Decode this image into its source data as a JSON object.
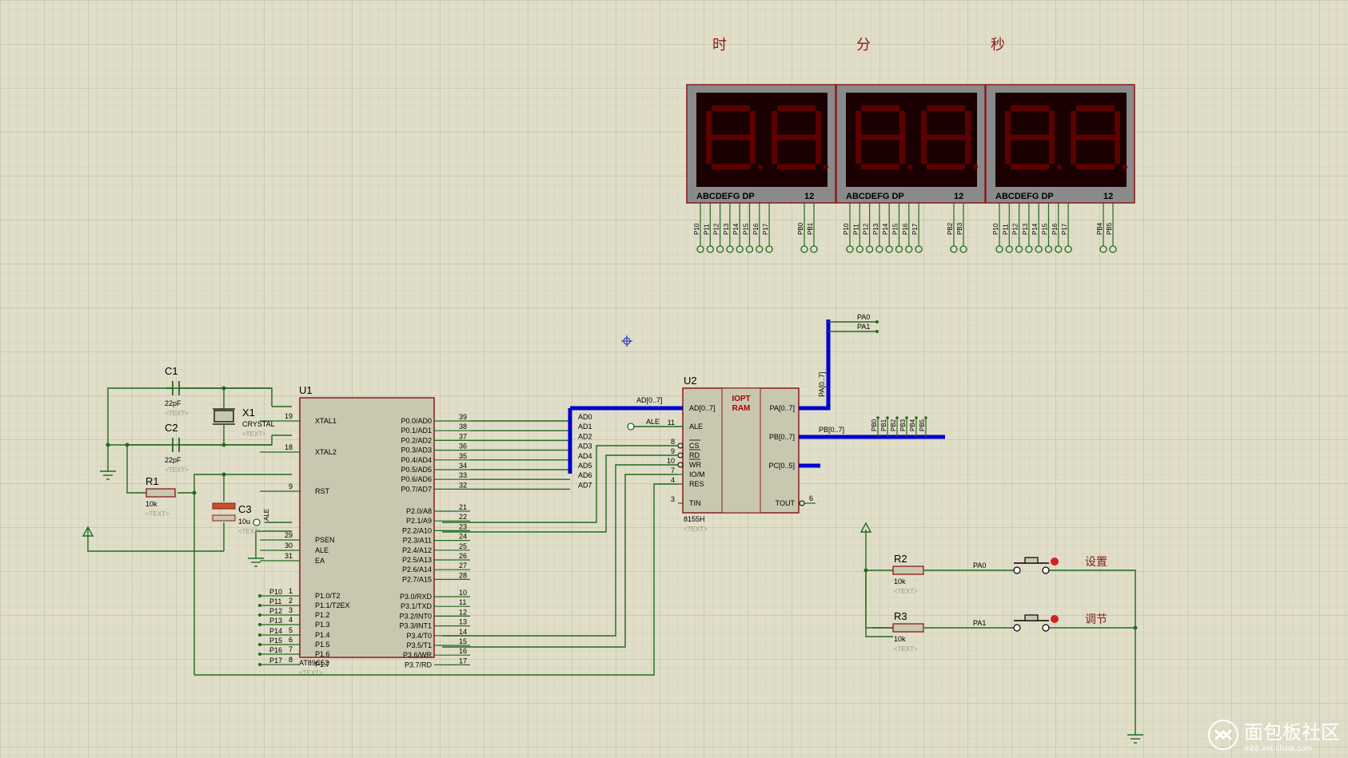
{
  "title_labels": {
    "hour": "时",
    "minute": "分",
    "second": "秒"
  },
  "display_groups": [
    {
      "seg_labels": "ABCDEFG DP",
      "digit_labels": "12",
      "seg_pins": [
        "P10",
        "P11",
        "P12",
        "P13",
        "P14",
        "P15",
        "P16",
        "P17"
      ],
      "digit_pins": [
        "PB0",
        "PB1"
      ]
    },
    {
      "seg_labels": "ABCDEFG DP",
      "digit_labels": "12",
      "seg_pins": [
        "P10",
        "P11",
        "P12",
        "P13",
        "P14",
        "P15",
        "P16",
        "P17"
      ],
      "digit_pins": [
        "PB2",
        "PB3"
      ]
    },
    {
      "seg_labels": "ABCDEFG DP",
      "digit_labels": "12",
      "seg_pins": [
        "P10",
        "P11",
        "P12",
        "P13",
        "P14",
        "P15",
        "P16",
        "P17"
      ],
      "digit_pins": [
        "PB4",
        "PB5"
      ]
    }
  ],
  "u1": {
    "ref": "U1",
    "part": "AT89C52",
    "text": "<TEXT>",
    "left_pins": [
      {
        "num": "19",
        "name": "XTAL1"
      },
      {
        "num": "18",
        "name": "XTAL2"
      },
      {
        "num": "9",
        "name": "RST"
      },
      {
        "num": "29",
        "name": "PSEN"
      },
      {
        "num": "30",
        "name": "ALE"
      },
      {
        "num": "31",
        "name": "EA"
      },
      {
        "num": "1",
        "name": "P1.0/T2",
        "net": "P10"
      },
      {
        "num": "2",
        "name": "P1.1/T2EX",
        "net": "P11"
      },
      {
        "num": "3",
        "name": "P1.2",
        "net": "P12"
      },
      {
        "num": "4",
        "name": "P1.3",
        "net": "P13"
      },
      {
        "num": "5",
        "name": "P1.4",
        "net": "P14"
      },
      {
        "num": "6",
        "name": "P1.5",
        "net": "P15"
      },
      {
        "num": "7",
        "name": "P1.6",
        "net": "P16"
      },
      {
        "num": "8",
        "name": "P1.7",
        "net": "P17"
      }
    ],
    "right_pins": [
      {
        "num": "39",
        "name": "P0.0/AD0"
      },
      {
        "num": "38",
        "name": "P0.1/AD1"
      },
      {
        "num": "37",
        "name": "P0.2/AD2"
      },
      {
        "num": "36",
        "name": "P0.3/AD3"
      },
      {
        "num": "35",
        "name": "P0.4/AD4"
      },
      {
        "num": "34",
        "name": "P0.5/AD5"
      },
      {
        "num": "33",
        "name": "P0.6/AD6"
      },
      {
        "num": "32",
        "name": "P0.7/AD7"
      },
      {
        "num": "21",
        "name": "P2.0/A8"
      },
      {
        "num": "22",
        "name": "P2.1/A9"
      },
      {
        "num": "23",
        "name": "P2.2/A10"
      },
      {
        "num": "24",
        "name": "P2.3/A11"
      },
      {
        "num": "25",
        "name": "P2.4/A12"
      },
      {
        "num": "26",
        "name": "P2.5/A13"
      },
      {
        "num": "27",
        "name": "P2.6/A14"
      },
      {
        "num": "28",
        "name": "P2.7/A15"
      },
      {
        "num": "10",
        "name": "P3.0/RXD"
      },
      {
        "num": "11",
        "name": "P3.1/TXD"
      },
      {
        "num": "12",
        "name": "P3.2/INT0"
      },
      {
        "num": "13",
        "name": "P3.3/INT1"
      },
      {
        "num": "14",
        "name": "P3.4/T0"
      },
      {
        "num": "15",
        "name": "P3.5/T1"
      },
      {
        "num": "16",
        "name": "P3.6/WR"
      },
      {
        "num": "17",
        "name": "P3.7/RD"
      }
    ],
    "ad_nets": [
      "AD0",
      "AD1",
      "AD2",
      "AD3",
      "AD4",
      "AD5",
      "AD6",
      "AD7"
    ]
  },
  "u2": {
    "ref": "U2",
    "part": "8155H",
    "text": "<TEXT>",
    "center1": "IOPT",
    "center2": "RAM",
    "left_pins": [
      {
        "num": "",
        "name": "AD[0..7]"
      },
      {
        "num": "11",
        "name": "ALE"
      },
      {
        "num": "8",
        "name": "CS"
      },
      {
        "num": "9",
        "name": "RD"
      },
      {
        "num": "10",
        "name": "WR"
      },
      {
        "num": "7",
        "name": "IO/M"
      },
      {
        "num": "4",
        "name": "RES"
      },
      {
        "num": "3",
        "name": "TIN"
      }
    ],
    "right_pins": [
      {
        "num": "",
        "name": "PA[0..7]"
      },
      {
        "num": "",
        "name": "PB[0..7]"
      },
      {
        "num": "",
        "name": "PC[0..5]"
      },
      {
        "num": "6",
        "name": "TOUT"
      }
    ]
  },
  "nets": {
    "ad_bus": "AD[0..7]",
    "ale": "ALE",
    "pa_bus": "PA[0..7]",
    "pb_bus": "PB[0..7]",
    "pa0": "PA0",
    "pa1": "PA1",
    "pb_taps": [
      "PB0",
      "PB1",
      "PB2",
      "PB3",
      "PB4",
      "PB5"
    ]
  },
  "parts": {
    "c1": {
      "ref": "C1",
      "value": "22pF",
      "text": "<TEXT>"
    },
    "c2": {
      "ref": "C2",
      "value": "22pF",
      "text": "<TEXT>"
    },
    "x1": {
      "ref": "X1",
      "value": "CRYSTAL",
      "text": "<TEXT>"
    },
    "r1": {
      "ref": "R1",
      "value": "10k",
      "text": "<TEXT>"
    },
    "c3": {
      "ref": "C3",
      "value": "10u",
      "text": "<TEXT>"
    },
    "r2": {
      "ref": "R2",
      "value": "10k",
      "text": "<TEXT>"
    },
    "r3": {
      "ref": "R3",
      "value": "10k",
      "text": "<TEXT>"
    }
  },
  "buttons": {
    "set": "设置",
    "adjust": "调节",
    "set_net": "PA0",
    "adjust_net": "PA1"
  },
  "watermark": {
    "main": "面包板社区",
    "sub": "mbb.eet-china.com"
  },
  "colors": {
    "wire": "#1f6b1f",
    "bus": "#0000cc",
    "body": "#c8c8b0",
    "outline": "#8b1a1a",
    "label": "#8b1a1a",
    "segment": "#5c0000",
    "display_bg": "#1a0000"
  }
}
